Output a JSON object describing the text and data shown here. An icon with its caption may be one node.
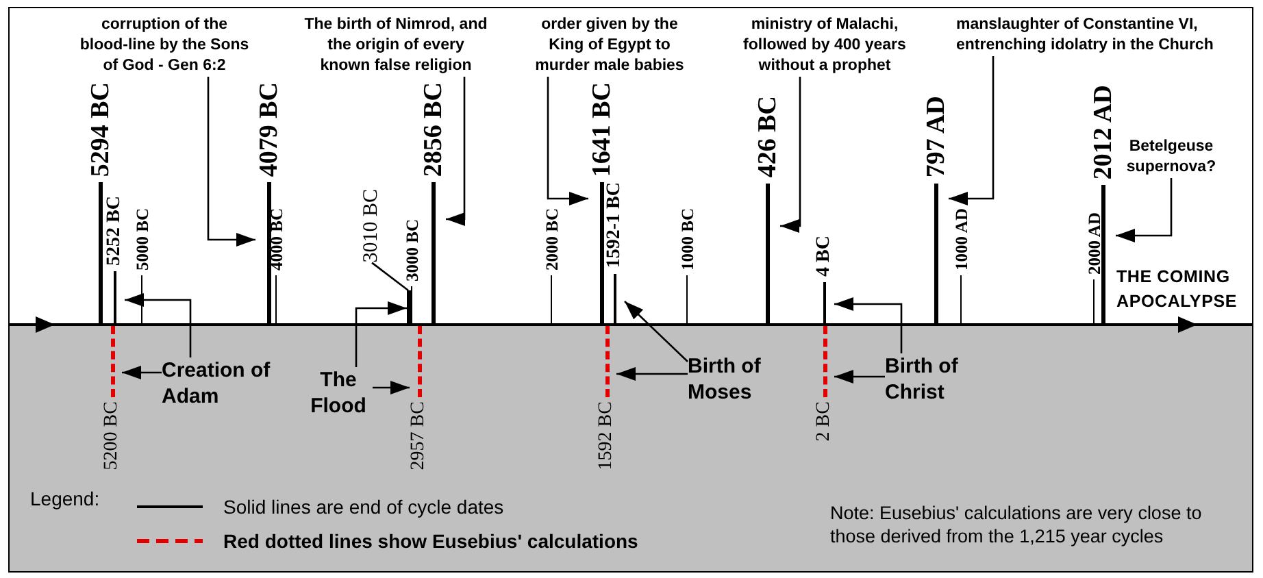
{
  "diagram": {
    "nodes": [
      {
        "text": [
          "corruption of the blood-line by the Sons of God - Gen 6:2"
        ]
      },
      {
        "text": [
          "The birth of Nimrod, and the origin of every known false religion"
        ]
      },
      {
        "text": [
          "order given by the King of Egypt to murder male babies"
        ]
      },
      {
        "text": [
          "ministry of Malachi, followed by 400 years without a prophet"
        ]
      },
      {
        "text": [
          "manslaughter of Constantine VI, entrenching idolatry in the Church"
        ]
      },
      {
        "text": [
          "5294 BC"
        ]
      },
      {
        "text": [
          "4079 BC"
        ]
      },
      {
        "text": [
          "2856 BC"
        ]
      },
      {
        "text": [
          "1641 BC"
        ]
      },
      {
        "text": [
          "426 BC"
        ]
      },
      {
        "text": [
          "797 AD"
        ]
      },
      {
        "text": [
          "2012 AD"
        ]
      },
      {
        "text": [
          "Betelgeuse supernova?"
        ]
      },
      {
        "text": [
          "5252 BC"
        ]
      },
      {
        "text": [
          "3010 BC"
        ]
      },
      {
        "text": [],
        "shape": "bar"
      },
      {
        "text": [
          "1592-1 BC"
        ]
      },
      {
        "text": [
          "4 BC"
        ]
      },
      {
        "text": [
          "Creation of Adam"
        ]
      },
      {
        "text": [
          "The Flood"
        ]
      },
      {
        "text": [
          "Birth of Moses"
        ]
      },
      {
        "text": [
          "Birth of Christ"
        ]
      },
      {
        "text": [
          "5200 BC"
        ]
      },
      {
        "text": [
          "2957 BC"
        ]
      },
      {
        "text": [
          "1592 BC"
        ]
      },
      {
        "text": [
          "2 BC"
        ]
      }
    ],
    "edges": [
      {
        "from": 0,
        "to": 6,
        "arrow": "to"
      },
      {
        "from": 1,
        "to": 7,
        "arrow": "to"
      },
      {
        "from": 2,
        "to": 8,
        "arrow": "to"
      },
      {
        "from": 3,
        "to": 9,
        "arrow": "to"
      },
      {
        "from": 4,
        "to": 10,
        "arrow": "to"
      },
      {
        "from": 12,
        "to": 11,
        "arrow": "to"
      },
      {
        "from": 14,
        "to": 15,
        "arrow": "none"
      },
      {
        "from": 18,
        "to": 13,
        "arrow": "to"
      },
      {
        "from": 18,
        "to": 22,
        "arrow": "to"
      },
      {
        "from": 19,
        "to": 15,
        "arrow": "to"
      },
      {
        "from": 19,
        "to": 23,
        "arrow": "to"
      },
      {
        "from": 20,
        "to": 16,
        "arrow": "to"
      },
      {
        "from": 20,
        "to": 24,
        "arrow": "to"
      },
      {
        "from": 21,
        "to": 17,
        "arrow": "to"
      },
      {
        "from": 21,
        "to": 25,
        "arrow": "to"
      }
    ],
    "labels": [
      "5000 BC",
      "4000 BC",
      "3000 BC",
      "2000 BC",
      "1000 BC",
      "1000 AD",
      "2000 AD",
      "THE COMING APOCALYPSE",
      "Legend:",
      "Note:  Eusebius' calculations are very close to those derived from the 1,215 year cycles"
    ],
    "legend": [
      {
        "text": "Solid lines are end of cycle dates"
      },
      {
        "text": "Red dotted lines show Eusebius' calculations"
      }
    ]
  }
}
